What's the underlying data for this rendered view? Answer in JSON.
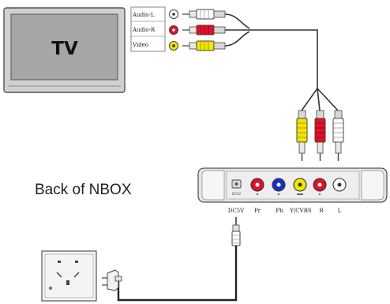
{
  "tv": {
    "label": "TV"
  },
  "tv_jacks": [
    {
      "label": "Audio-L",
      "color": "#ffffff"
    },
    {
      "label": "Audio-R",
      "color": "#e0102a"
    },
    {
      "label": "Video",
      "color": "#f2e600"
    }
  ],
  "device": {
    "title": "Back of NBOX",
    "power_port_text": "DC5V",
    "ports": [
      {
        "label": "DC5V",
        "color": "#dddddd"
      },
      {
        "label": "Pr",
        "color": "#e0102a"
      },
      {
        "label": "Pb",
        "color": "#1530c8"
      },
      {
        "label": "Y/CVBS",
        "color": "#f2e600"
      },
      {
        "label": "R",
        "color": "#e0102a"
      },
      {
        "label": "L",
        "color": "#ffffff"
      }
    ]
  },
  "cable_colors": {
    "yellow": "#f2e600",
    "red": "#e0102a",
    "white": "#ffffff"
  }
}
